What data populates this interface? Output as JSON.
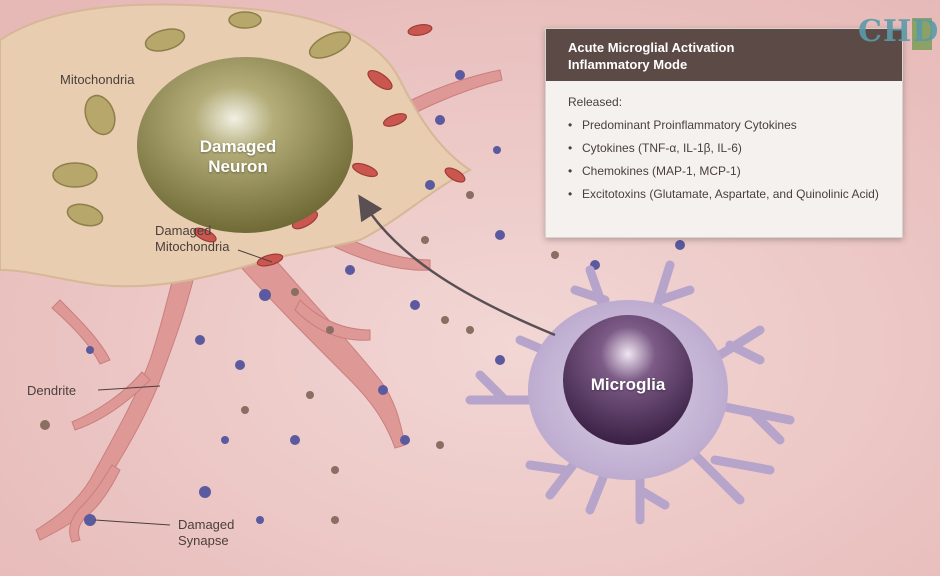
{
  "labels": {
    "mitochondria": "Mitochondria",
    "damaged_neuron_line1": "Damaged",
    "damaged_neuron_line2": "Neuron",
    "damaged_mitochondria_line1": "Damaged",
    "damaged_mitochondria_line2": "Mitochondria",
    "dendrite": "Dendrite",
    "damaged_synapse_line1": "Damaged",
    "damaged_synapse_line2": "Synapse",
    "microglia": "Microglia"
  },
  "info_box": {
    "title_line1": "Acute Microglial Activation",
    "title_line2": "Inflammatory Mode",
    "released_label": "Released:",
    "items": [
      "Predominant Proinflammatory Cytokines",
      "Cytokines (TNF-α, IL-1β, IL-6)",
      "Chemokines (MAP-1, MCP-1)",
      "Excitotoxins (Glutamate, Aspartate, and Quinolinic Acid)"
    ]
  },
  "logo": {
    "text": "CHD"
  },
  "colors": {
    "background": "#ecc6c4",
    "neuron_body": "#e8cdb1",
    "neuron_nucleus": "#8f8a52",
    "dendrite": "#de9896",
    "microglia_body": "#c6b6d6",
    "microglia_nucleus": "#4a2d55",
    "header": "#5c4a47"
  }
}
